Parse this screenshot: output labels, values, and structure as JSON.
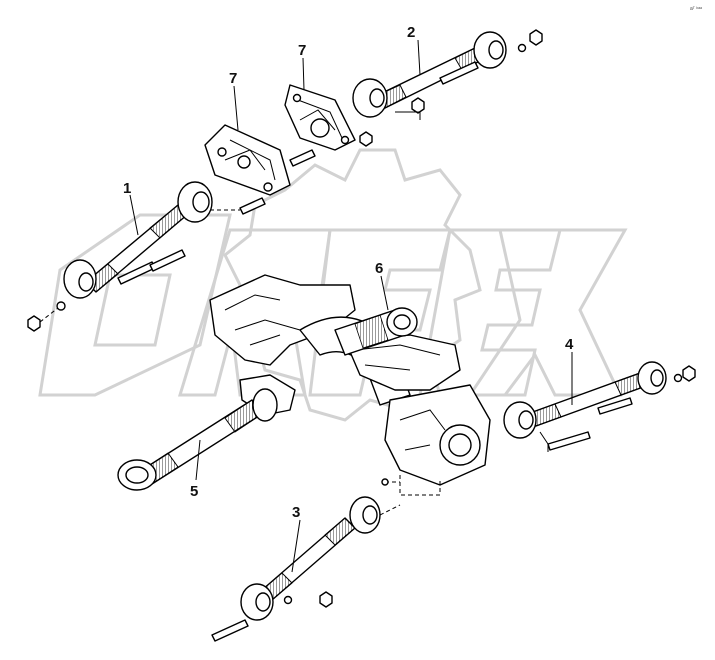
{
  "corner_mark": "aᵀ ᵇᵃᵃ",
  "watermark_text": "ORFEX",
  "callouts": [
    {
      "id": "1",
      "label": "1"
    },
    {
      "id": "2",
      "label": "2"
    },
    {
      "id": "3",
      "label": "3"
    },
    {
      "id": "4",
      "label": "4"
    },
    {
      "id": "5",
      "label": "5"
    },
    {
      "id": "6",
      "label": "6"
    },
    {
      "id": "7a",
      "label": "7"
    },
    {
      "id": "7b",
      "label": "7"
    }
  ]
}
